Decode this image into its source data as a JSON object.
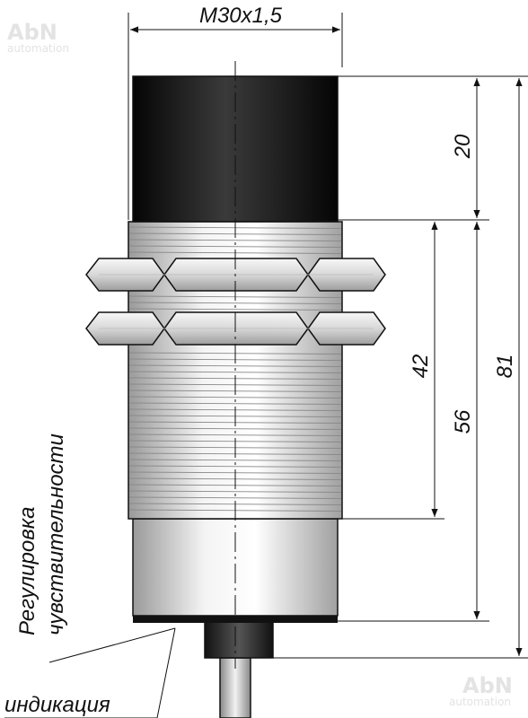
{
  "watermark": {
    "brand": "AbN",
    "sub": "automation"
  },
  "dimensions": {
    "thread": "M30x1,5",
    "cap_length": "20",
    "thread_length": "42",
    "body_length": "56",
    "total_length": "81"
  },
  "labels": {
    "sensitivity_line1": "Регулировка",
    "sensitivity_line2": "чувствительности",
    "indication": "индикация"
  },
  "colors": {
    "line": "#111111",
    "cap_fill": "#1a1a1a",
    "metal_fill": "#e6e6e6",
    "background": "#ffffff"
  }
}
